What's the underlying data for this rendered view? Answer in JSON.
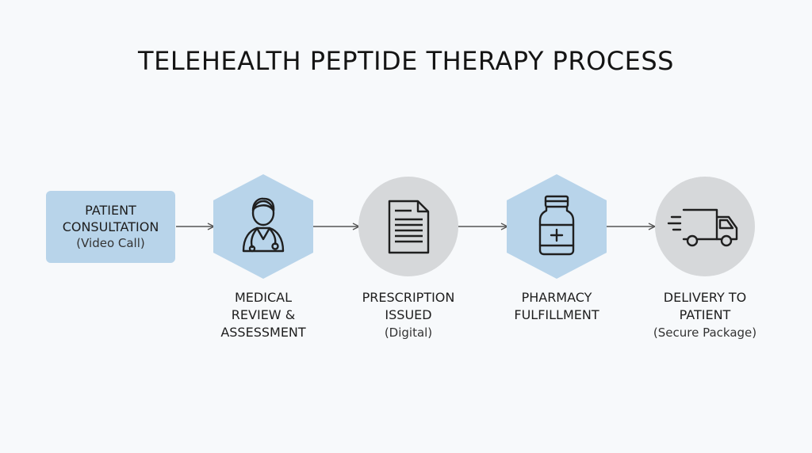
{
  "title": "TELEHEALTH PEPTIDE THERAPY PROCESS",
  "colors": {
    "background": "#f7f9fb",
    "blue_fill": "#b8d4ea",
    "gray_fill": "#d6d8da",
    "stroke": "#1f1f1f",
    "connector": "#555555"
  },
  "steps": [
    {
      "shape": "rounded-rectangle",
      "icon": "",
      "label_lines": [
        "PATIENT",
        "CONSULTATION"
      ],
      "sub": "(Video Call)"
    },
    {
      "shape": "hexagon",
      "icon": "doctor-icon",
      "label_lines": [
        "MEDICAL",
        "REVIEW &",
        "ASSESSMENT"
      ],
      "sub": ""
    },
    {
      "shape": "circle",
      "icon": "document-icon",
      "label_lines": [
        "PRESCRIPTION",
        "ISSUED"
      ],
      "sub": "(Digital)"
    },
    {
      "shape": "hexagon",
      "icon": "medicine-bottle-icon",
      "label_lines": [
        "PHARMACY",
        "FULFILLMENT"
      ],
      "sub": ""
    },
    {
      "shape": "circle",
      "icon": "delivery-truck-icon",
      "label_lines": [
        "DELIVERY TO",
        "PATIENT"
      ],
      "sub": "(Secure Package)"
    }
  ]
}
